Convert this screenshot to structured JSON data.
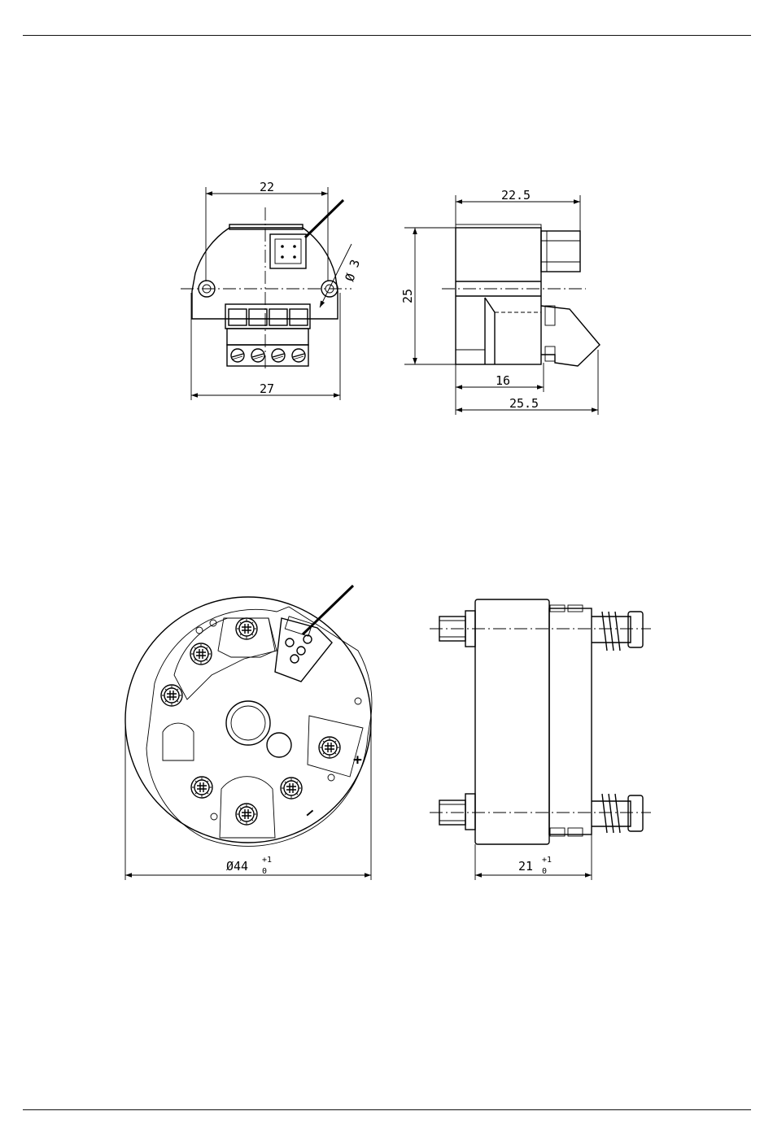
{
  "dimensions": {
    "top_front": {
      "width_upper": "22",
      "width_lower": "27",
      "hole": "Ø 3"
    },
    "top_side": {
      "height": "25",
      "width_upper": "22.5",
      "depth_inner": "16",
      "depth_total": "25.5"
    },
    "bottom_front": {
      "diameter": "Ø44",
      "tol_upper": "+1",
      "tol_lower": "0"
    },
    "bottom_side": {
      "height": "21",
      "tol_upper": "+1",
      "tol_lower": "0"
    }
  },
  "terminal_marks": {
    "plus": "+",
    "minus": "–"
  }
}
